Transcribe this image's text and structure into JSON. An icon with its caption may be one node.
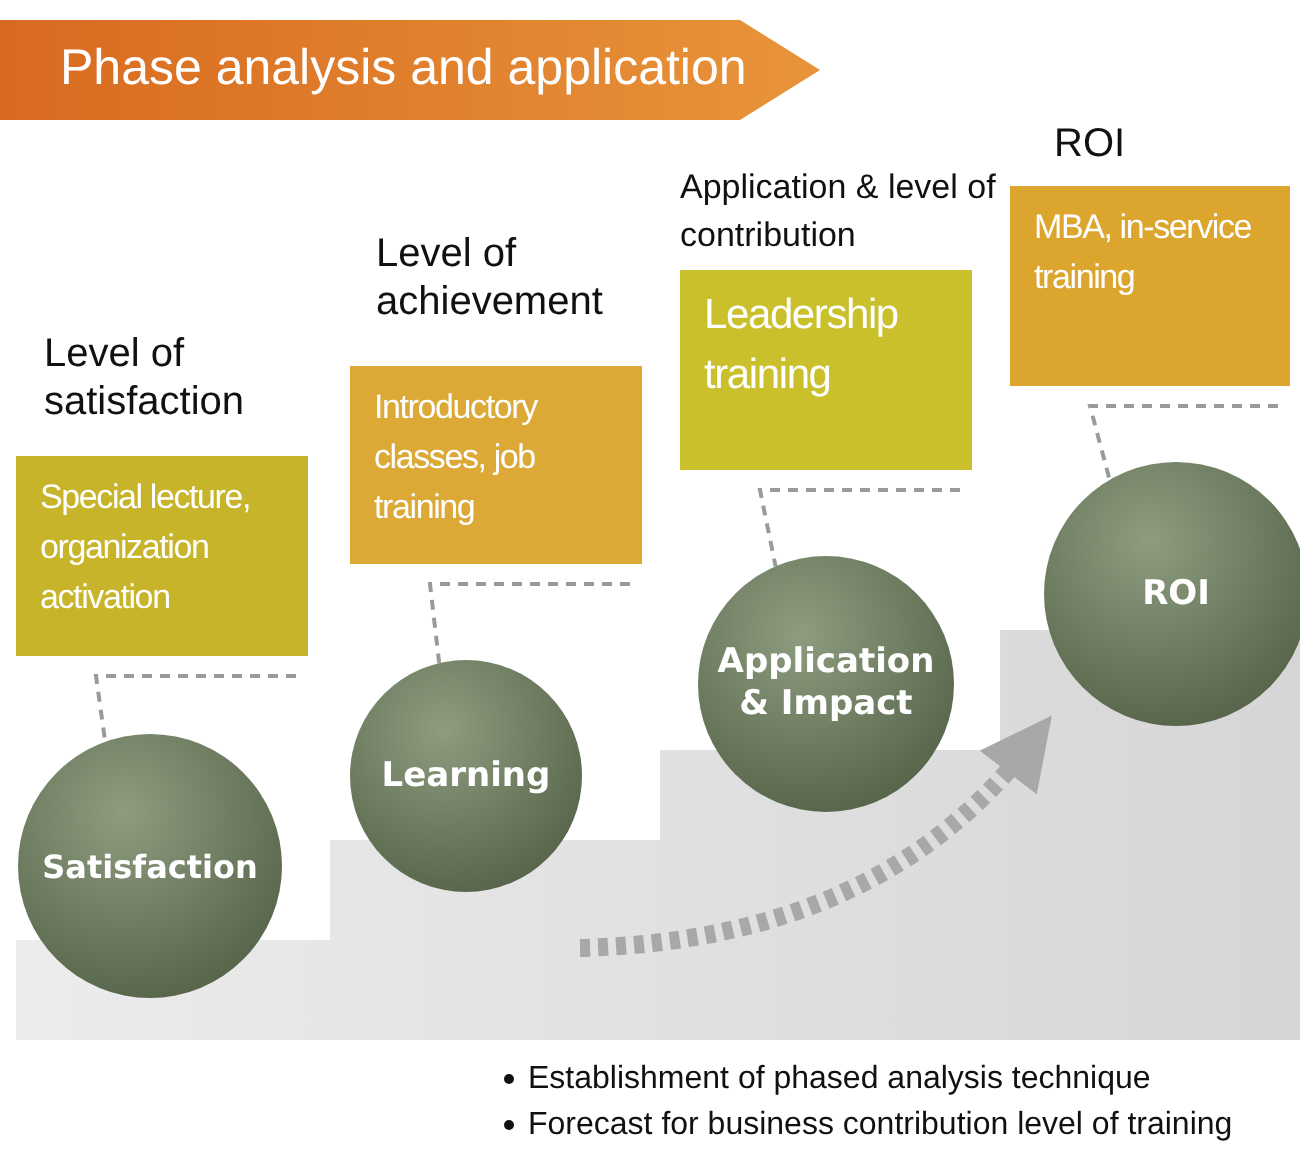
{
  "diagram": {
    "title": "Phase analysis and application",
    "nodes": [
      {
        "text": [
          "Level of satisfaction",
          "Special lecture, organization activation"
        ]
      },
      {
        "text": [
          "Satisfaction"
        ]
      },
      {
        "text": [
          "Level of achievement",
          "Introductory classes, job training"
        ]
      },
      {
        "text": [
          "Learning"
        ]
      },
      {
        "text": [
          "Application & level of contribution",
          "Leadership training"
        ]
      },
      {
        "text": [
          "Application & Impact"
        ]
      },
      {
        "text": [
          "ROI",
          "MBA, in-service training"
        ]
      },
      {
        "text": [
          "ROI"
        ]
      }
    ],
    "edges": [
      {
        "from": 0,
        "to": 1,
        "arrow": "none",
        "style": "dashed"
      },
      {
        "from": 2,
        "to": 3,
        "arrow": "none",
        "style": "dashed"
      },
      {
        "from": 4,
        "to": 5,
        "arrow": "none",
        "style": "dashed"
      },
      {
        "from": 6,
        "to": 7,
        "arrow": "none",
        "style": "dashed"
      }
    ],
    "labels": [
      "Establishment of phased analysis technique",
      "Forecast for business contribution level of training"
    ]
  }
}
